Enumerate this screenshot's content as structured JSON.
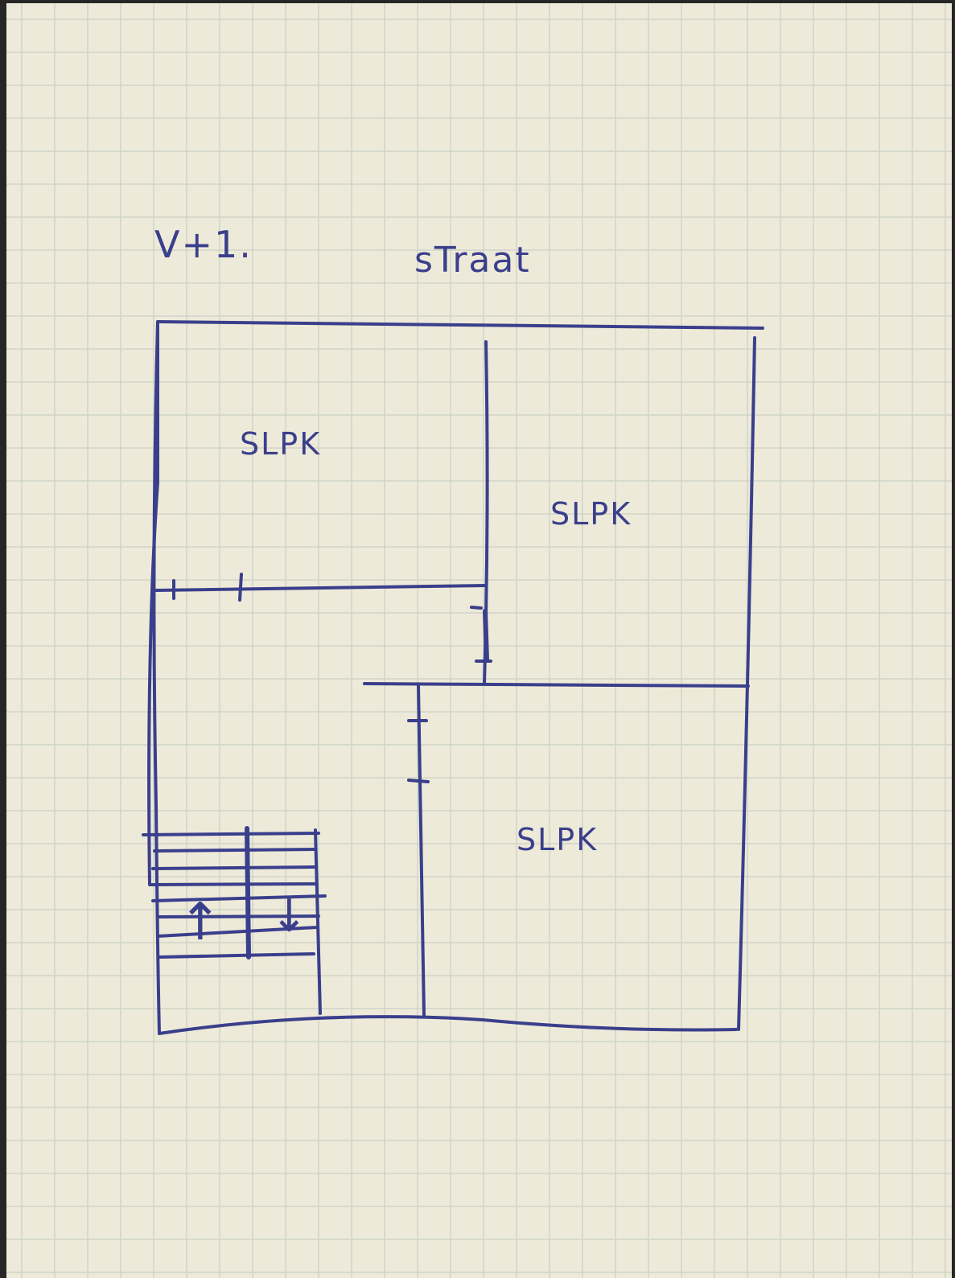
{
  "sheet": {
    "paper_color": "#eeead9",
    "grid_color": "#cfd5c8",
    "ink_color": "#3a3f8c"
  },
  "header": {
    "floor_label": "V+1.",
    "street_label": "sTraat"
  },
  "rooms": [
    {
      "id": "bedroom-top-left",
      "label": "SLPK"
    },
    {
      "id": "bedroom-right",
      "label": "SLPK"
    },
    {
      "id": "bedroom-bottom-right",
      "label": "SLPK"
    }
  ],
  "stairs": {
    "up_arrow": "↑",
    "down_arrow": "↓"
  }
}
